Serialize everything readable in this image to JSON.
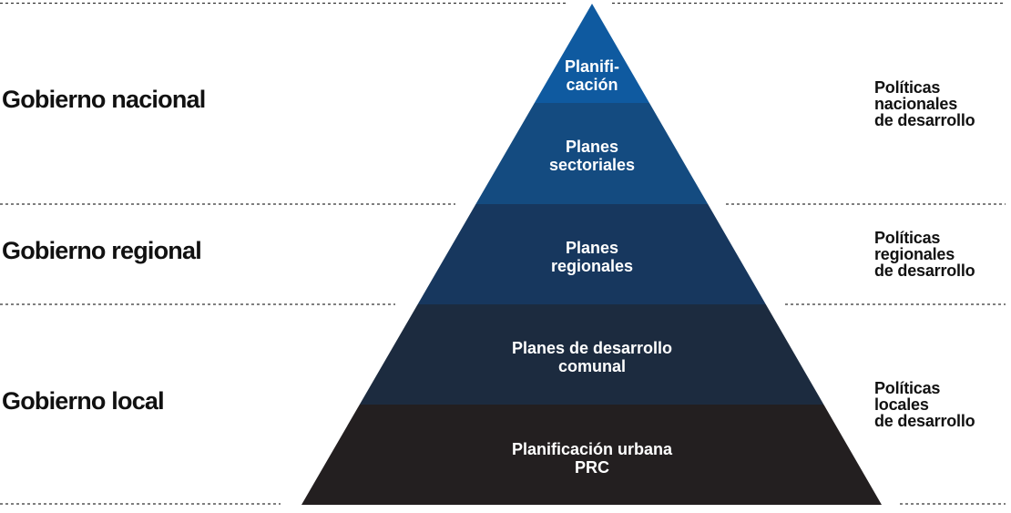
{
  "levels": [
    {
      "label": "Gobierno nacional"
    },
    {
      "label": "Gobierno regional"
    },
    {
      "label": "Gobierno local"
    }
  ],
  "pyramid": [
    {
      "lines": [
        "Planifi-",
        "cación"
      ],
      "color": "#0f5aa0"
    },
    {
      "lines": [
        "Planes",
        "sectoriales"
      ],
      "color": "#144b80"
    },
    {
      "lines": [
        "Planes",
        "regionales"
      ],
      "color": "#17375e"
    },
    {
      "lines": [
        "Planes de desarrollo",
        "comunal"
      ],
      "color": "#1c2b3f"
    },
    {
      "lines": [
        "Planificación urbana",
        "PRC"
      ],
      "color": "#231f20"
    }
  ],
  "policies": [
    {
      "lines": [
        "Políticas",
        "nacionales",
        "de desarrollo"
      ]
    },
    {
      "lines": [
        "Políticas",
        "regionales",
        "de desarrollo"
      ]
    },
    {
      "lines": [
        "Políticas",
        "locales",
        "de desarrollo"
      ]
    }
  ]
}
